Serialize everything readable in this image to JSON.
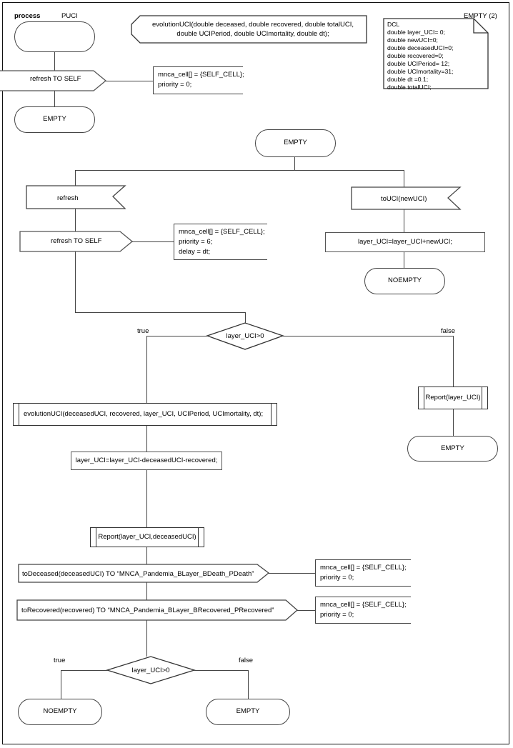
{
  "page": {
    "header_keyword": "process",
    "header_name": "PUCI",
    "page_label": "EMPTY (2)"
  },
  "procedure_decl": {
    "line1": "evolutionUCI(double deceased, double recovered, double totalUCI,",
    "line2": "double UCIPeriod, double UCImortality, double dt);"
  },
  "dcl_note": {
    "title": "DCL",
    "lines": [
      "double layer_UCI= 0;",
      "double newUCI=0;",
      "double deceasedUCI=0;",
      "double recovered=0;",
      "double UCIPeriod= 12;",
      "double UCImortality=31;",
      "double dt =0.1;",
      "double totalUCI;"
    ]
  },
  "start_branch": {
    "start_state_label": "",
    "output_refresh_self": "refresh TO SELF",
    "comment_start": "mnca_cell[] = {SELF_CELL};\npriority = 0;",
    "next_state": "EMPTY"
  },
  "main_state": {
    "label": "EMPTY"
  },
  "left_branch": {
    "input_signal": "refresh",
    "output_refresh_self": "refresh TO SELF",
    "comment": "mnca_cell[] = {SELF_CELL};\npriority = 6;\ndelay = dt;"
  },
  "right_branch": {
    "input_signal": "toUCI(newUCI)",
    "task": "layer_UCI=layer_UCI+newUCI;",
    "state": "NOEMPTY"
  },
  "decision_top": {
    "condition": "layer_UCI>0",
    "true_label": "true",
    "false_label": "false"
  },
  "false_path": {
    "procedure_call": "Report(layer_UCI)",
    "state": "EMPTY"
  },
  "true_path": {
    "procedure_call": "evolutionUCI(deceasedUCI, recovered, layer_UCI, UCIPeriod, UCImortality, dt);",
    "task": "layer_UCI=layer_UCI-deceasedUCI-recovered;",
    "report_call": "Report(layer_UCI,deceasedUCI)",
    "output_deceased": "toDeceased(deceasedUCI) TO “MNCA_Pandemia_BLayer_BDeath_PDeath”",
    "comment_deceased": "mnca_cell[] = {SELF_CELL};\npriority = 0;",
    "output_recovered": "toRecovered(recovered) TO “MNCA_Pandemia_BLayer_BRecovered_PRecovered”",
    "comment_recovered": "mnca_cell[] = {SELF_CELL};\npriority = 0;"
  },
  "decision_bottom": {
    "condition": "layer_UCI>0",
    "true_label": "true",
    "false_label": "false",
    "true_state": "NOEMPTY",
    "false_state": "EMPTY"
  },
  "colors": {
    "line": "#444444",
    "border": "#333333",
    "background": "#ffffff"
  }
}
